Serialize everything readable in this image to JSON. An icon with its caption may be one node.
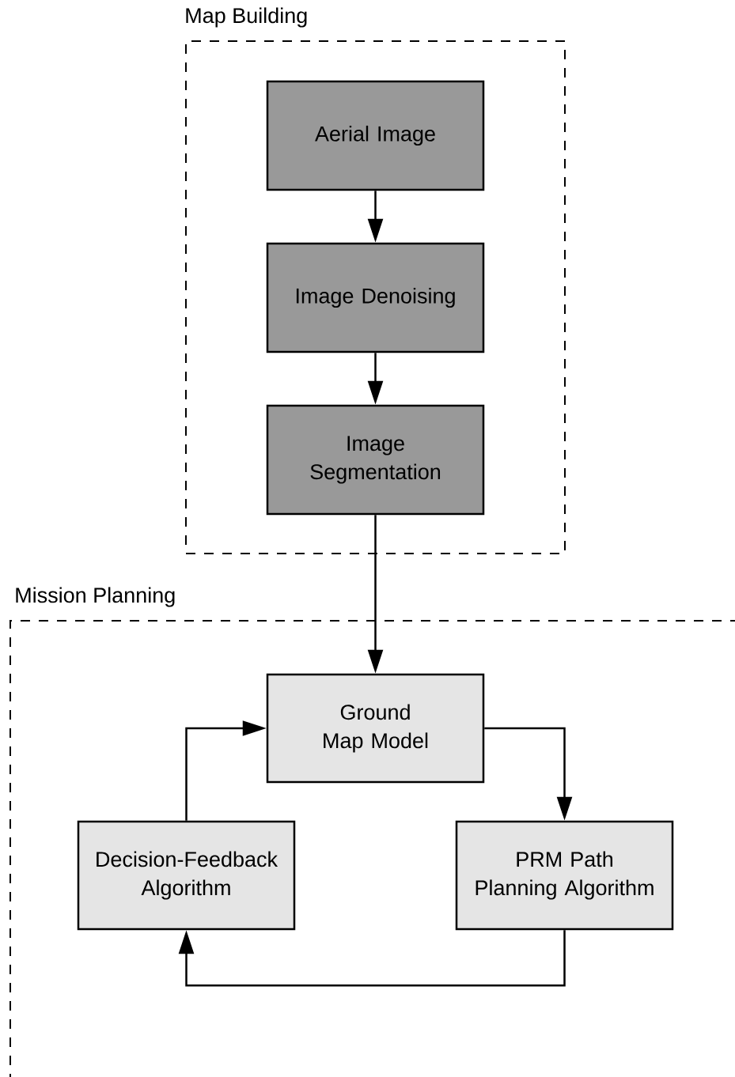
{
  "diagram": {
    "nodes": [
      {
        "text": [
          "Map Building"
        ]
      },
      {
        "text": [
          "Aerial Image"
        ],
        "in": 0
      },
      {
        "text": [
          "Image Denoising"
        ],
        "in": 0
      },
      {
        "text": [
          "Image Segmentation"
        ],
        "in": 0
      },
      {
        "text": [
          "Mission Planning"
        ]
      },
      {
        "text": [
          "Ground Map Model"
        ],
        "in": 4
      },
      {
        "text": [
          "Decision-Feedback Algorithm"
        ],
        "in": 4
      },
      {
        "text": [
          "PRM Path Planning Algorithm"
        ],
        "in": 4
      }
    ],
    "edges": [
      {
        "from": 1,
        "to": 2,
        "arrow": "to"
      },
      {
        "from": 2,
        "to": 3,
        "arrow": "to"
      },
      {
        "from": 3,
        "to": 5,
        "arrow": "to"
      },
      {
        "from": 5,
        "to": 7,
        "arrow": "to"
      },
      {
        "from": 7,
        "to": 6,
        "arrow": "to"
      },
      {
        "from": 6,
        "to": 5,
        "arrow": "to"
      }
    ]
  }
}
